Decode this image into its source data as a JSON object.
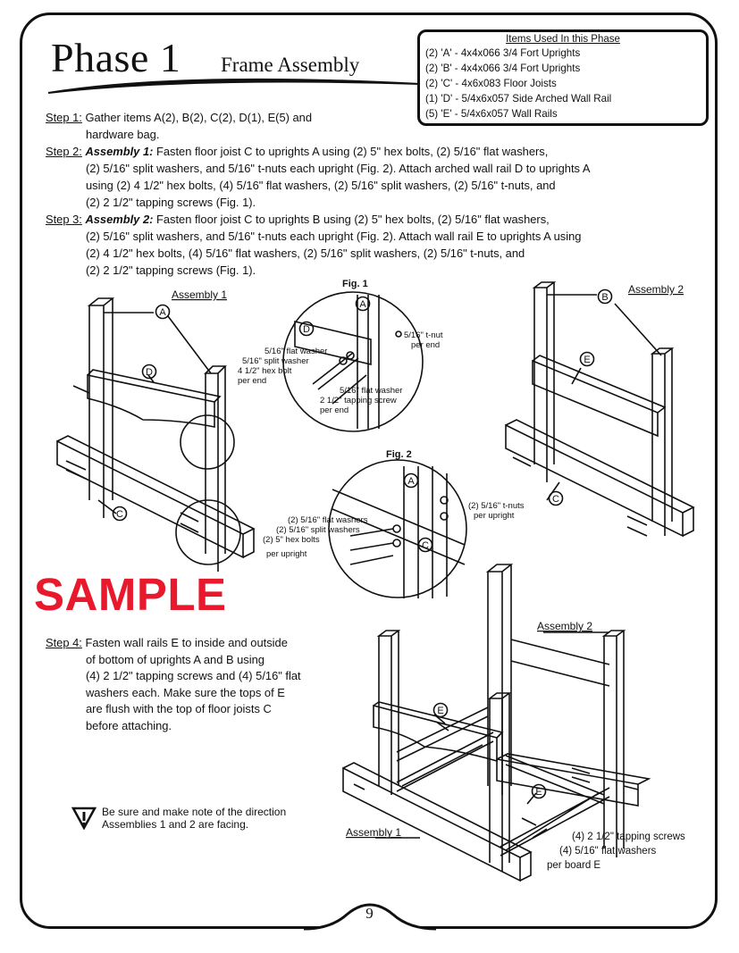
{
  "header": {
    "title": "Phase 1",
    "subtitle": "Frame Assembly"
  },
  "items_box": {
    "heading": "Items Used In this Phase",
    "items": [
      "(2) 'A' - 4x4x066 3/4 Fort Uprights",
      "(2) 'B' - 4x4x066 3/4 Fort Uprights",
      "(2) 'C' - 4x6x083 Floor Joists",
      "(1) 'D' - 5/4x6x057 Side Arched Wall Rail",
      "(5) 'E' - 5/4x6x057 Wall Rails"
    ]
  },
  "steps": {
    "step1_label": "Step 1:",
    "step1_line1": " Gather items A(2), B(2), C(2), D(1), E(5) and",
    "step1_line2": "hardware bag.",
    "step2_label": "Step 2:",
    "step2_bold": "Assembly 1:",
    "step2_line1": " Fasten floor joist C to uprights A using (2) 5\" hex bolts, (2) 5/16\" flat washers,",
    "step2_line2": "(2) 5/16\" split washers, and 5/16\" t-nuts each upright (Fig. 2). Attach arched wall rail D to uprights A",
    "step2_line3": "using (2) 4 1/2\" hex bolts, (4) 5/16\" flat washers, (2) 5/16\" split washers, (2) 5/16\" t-nuts, and",
    "step2_line4": "(2) 2 1/2\" tapping screws (Fig. 1).",
    "step3_label": "Step 3:",
    "step3_bold": "Assembly 2:",
    "step3_line1": " Fasten floor joist C to uprights B using (2) 5\" hex bolts, (2) 5/16\" flat washers,",
    "step3_line2": "(2) 5/16\" split washers, and 5/16\" t-nuts each upright (Fig. 2). Attach wall rail E to uprights A using",
    "step3_line3": "(2) 4 1/2\" hex bolts, (4) 5/16\" flat washers, (2) 5/16\" split washers, (2) 5/16\" t-nuts, and",
    "step3_line4": "(2) 2 1/2\" tapping screws (Fig. 1).",
    "step4_label": "Step 4:",
    "step4_line1": " Fasten wall rails E to inside and outside",
    "step4_line2": "of bottom of uprights A and B using",
    "step4_line3": "(4) 2 1/2\" tapping screws and (4) 5/16\" flat",
    "step4_line4": "washers each. Make sure the tops of E",
    "step4_line5": "are flush with the top of floor joists C",
    "step4_line6": "before attaching."
  },
  "watermark": "SAMPLE",
  "note": {
    "text": "Be sure and make note of the direction Assemblies 1 and 2 are facing."
  },
  "figures": {
    "assembly1": "Assembly 1",
    "assembly2": "Assembly 2",
    "fig1": "Fig. 1",
    "fig2": "Fig. 2",
    "letter_a": "A",
    "letter_b": "B",
    "letter_c": "C",
    "letter_d": "D",
    "letter_e": "E",
    "fig1_tnut_1": "5/16\" t-nut",
    "fig1_tnut_2": "per end",
    "fig1_left_1": "5/16\" flat washer",
    "fig1_left_2": "5/16\" split washer",
    "fig1_left_3": "4 1/2\" hex bolt",
    "fig1_left_4": "per end",
    "fig1_bottom_1": "5/16\" flat washer",
    "fig1_bottom_2": "2 1/2\" tapping screw",
    "fig1_bottom_3": "per end",
    "fig2_right_1": "(2) 5/16\" t-nuts",
    "fig2_right_2": "per upright",
    "fig2_left_1": "(2) 5/16\" flat washers",
    "fig2_left_2": "(2) 5/16\" split washers",
    "fig2_left_3": "(2) 5\" hex bolts",
    "fig2_left_4": "per upright",
    "bottom_1": "(4) 2 1/2\" tapping screws",
    "bottom_2": "(4) 5/16\" flat washers",
    "bottom_3": "per board E"
  },
  "footer": {
    "page_number": "9"
  }
}
